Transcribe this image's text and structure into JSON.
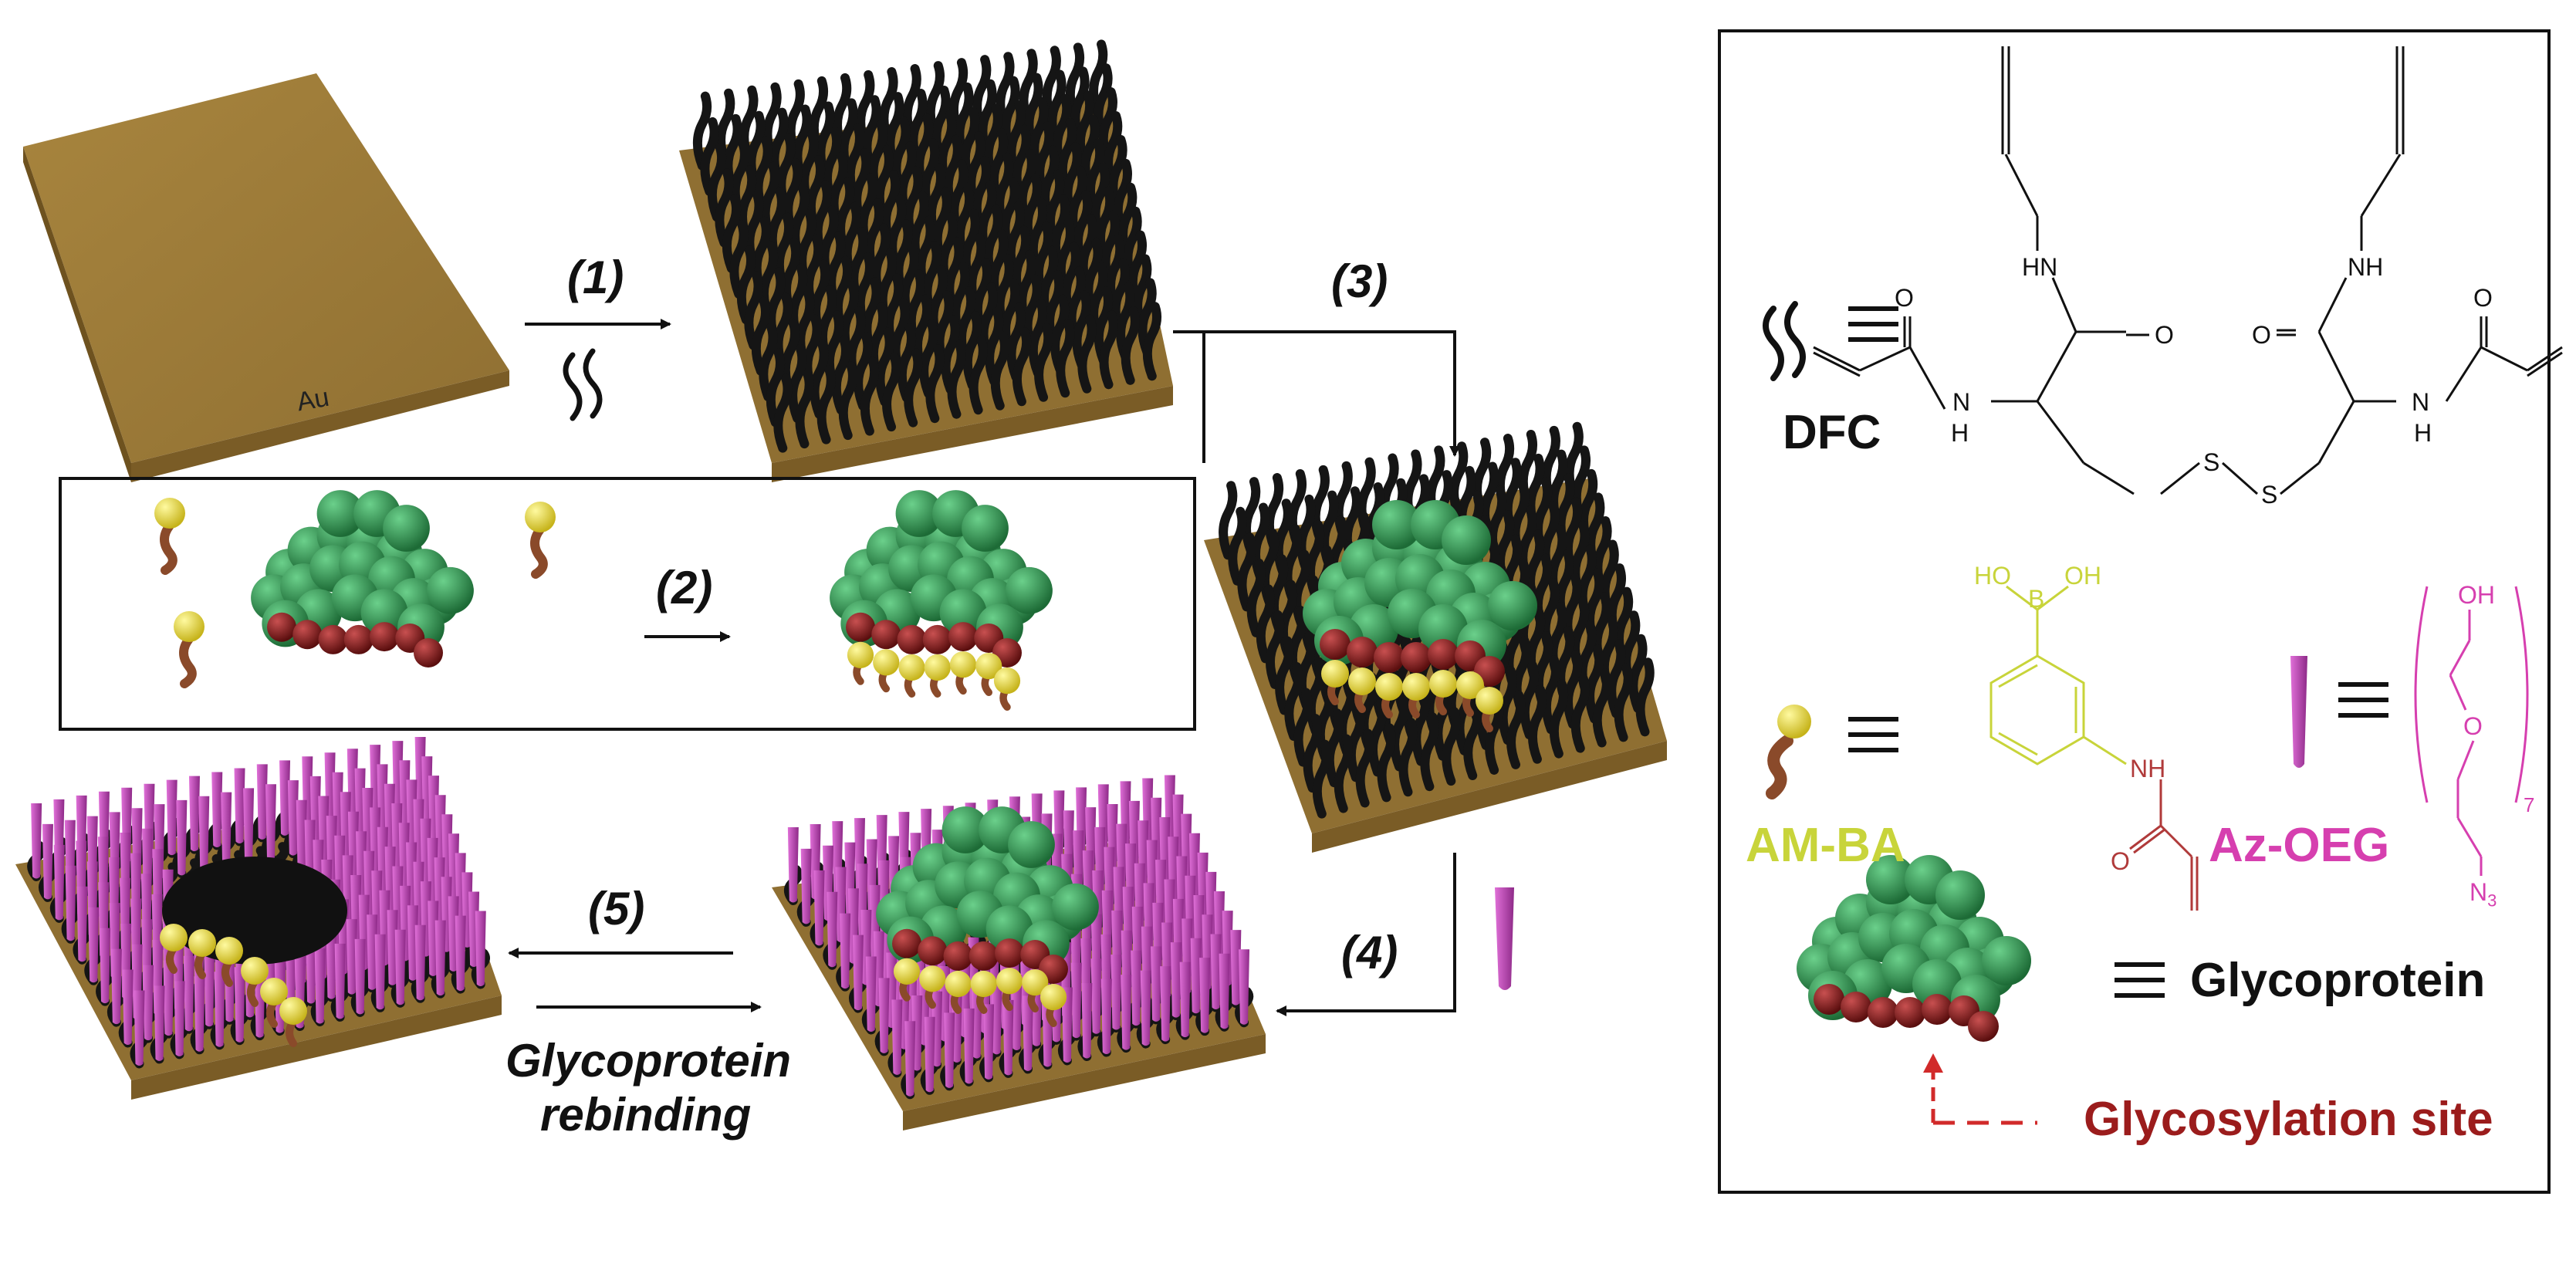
{
  "steps": {
    "s1": "(1)",
    "s2": "(2)",
    "s3": "(3)",
    "s4": "(4)",
    "s5": "(5)",
    "rebinding_line1": "Glycoprotein",
    "rebinding_line2": "rebinding"
  },
  "legend": {
    "dfc": {
      "label": "DFC",
      "color": "#111111"
    },
    "ambа_placeholder": null,
    "amba": {
      "label": "AM-BA",
      "color": "#c8d43a"
    },
    "azoeg": {
      "label": "Az-OEG",
      "color": "#d63faf"
    },
    "glycoprotein": {
      "label": "Glycoprotein",
      "color": "#111111"
    },
    "glycosylation_site": {
      "label": "Glycosylation site",
      "color": "#9b1c1c"
    },
    "equiv_symbol": "≡"
  },
  "structures": {
    "dfc_atoms": {
      "hn1": "HN",
      "hn2": "NH",
      "o1": "O",
      "o2": "O",
      "o3": "O",
      "o4": "O",
      "h1": "H",
      "n1": "N",
      "n2": "N",
      "h2": "H",
      "s1": "S",
      "s2": "S"
    },
    "amba_atoms": {
      "ho": "HO",
      "b": "B",
      "oh": "OH",
      "nh": "NH",
      "o": "O"
    },
    "azoeg_atoms": {
      "oh": "OH",
      "o": "O",
      "sub": "7",
      "n3": "N",
      "n3sub": "3"
    }
  },
  "colors": {
    "gold_substrate": "#9c7a3c",
    "black_brush": "#1a1a1a",
    "magenta_brush": "#c93fc0",
    "protein_green": "#2f8a4a",
    "site_red": "#8a1f1f",
    "ligand_yellow": "#e8e13a",
    "ligand_brown": "#8a4a2a"
  }
}
